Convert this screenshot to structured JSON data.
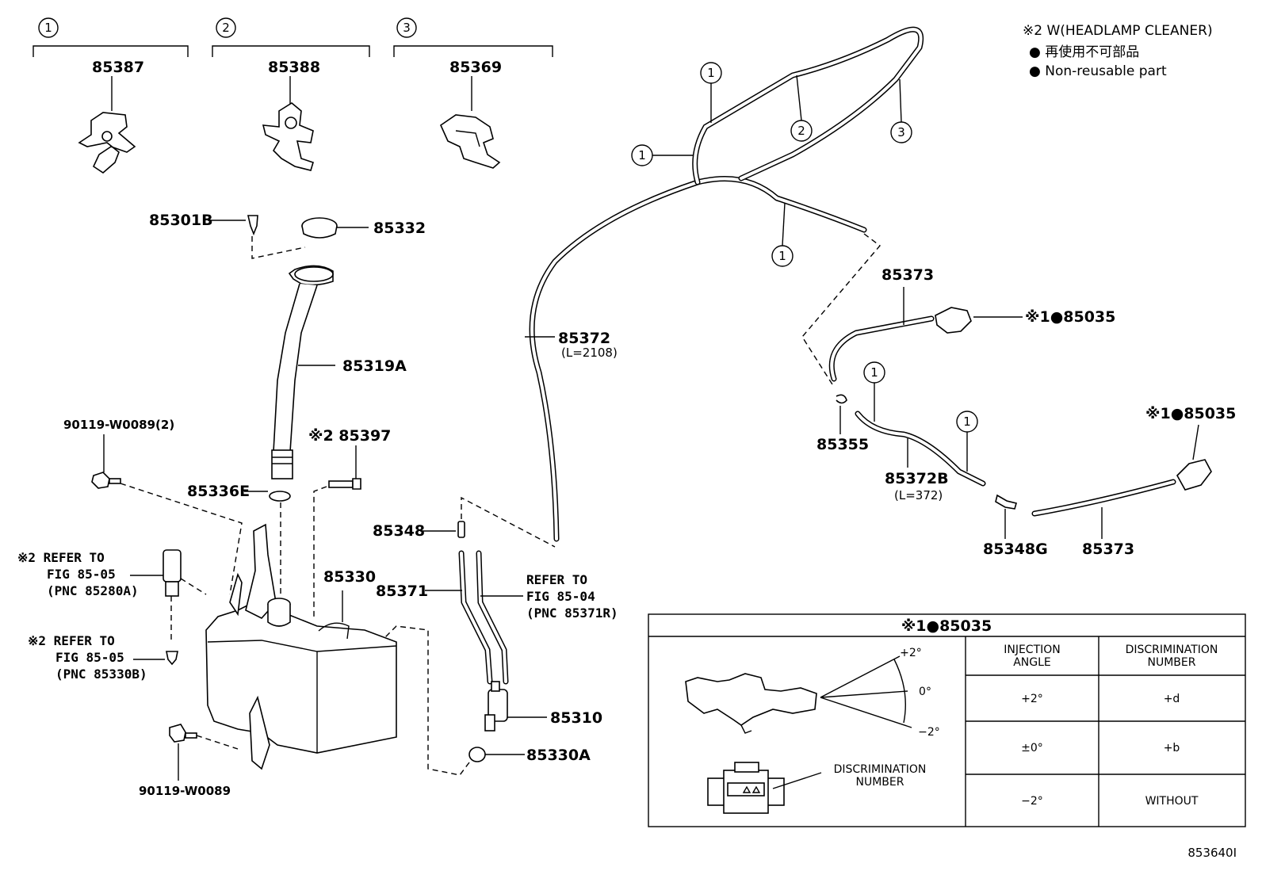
{
  "clip_groups": [
    {
      "index": "1",
      "part": "85387"
    },
    {
      "index": "2",
      "part": "85388"
    },
    {
      "index": "3",
      "part": "85369"
    }
  ],
  "legend": {
    "line1": "※2 W(HEADLAMP CLEANER)",
    "line2": "● 再使用不可部品",
    "line3": "● Non-reusable part"
  },
  "callouts": {
    "p85301B": "85301B",
    "p85332": "85332",
    "p85319A": "85319A",
    "p90119a": "90119-W0089(2)",
    "p85397": "※2 85397",
    "p85336E": "85336E",
    "p85330": "85330",
    "p85348": "85348",
    "p85371": "85371",
    "p85310": "85310",
    "p85330A": "85330A",
    "p90119b": "90119-W0089",
    "p85372": "85372",
    "p85372_len": "(L=2108)",
    "p85373a": "85373",
    "p85035a": "※1●85035",
    "p85355": "85355",
    "p85372B": "85372B",
    "p85372B_len": "(L=372)",
    "p85348G": "85348G",
    "p85373b": "85373",
    "p85035b": "※1●85035"
  },
  "refs": {
    "ref1": [
      "※2 REFER TO",
      "FIG 85-05",
      "(PNC 85280A)"
    ],
    "ref2": [
      "※2 REFER TO",
      "FIG 85-05",
      "(PNC 85330B)"
    ],
    "ref3": [
      "REFER TO",
      "FIG 85-04",
      "(PNC 85371R)"
    ]
  },
  "hose_markers": [
    "1",
    "2",
    "3",
    "1",
    "1",
    "1",
    "1"
  ],
  "table": {
    "title": "※1●85035",
    "headers": [
      "INJECTION ANGLE",
      "DISCRIMINATION NUMBER"
    ],
    "rows": [
      {
        "angle": "+2°",
        "number": "+d"
      },
      {
        "angle": "±0°",
        "number": "+b"
      },
      {
        "angle": "−2°",
        "number": "WITHOUT"
      }
    ],
    "angle_marks": [
      "+2°",
      "0°",
      "−2°"
    ],
    "disc_label": [
      "DISCRIMINATION",
      "NUMBER"
    ]
  },
  "figure_id": "853640I"
}
